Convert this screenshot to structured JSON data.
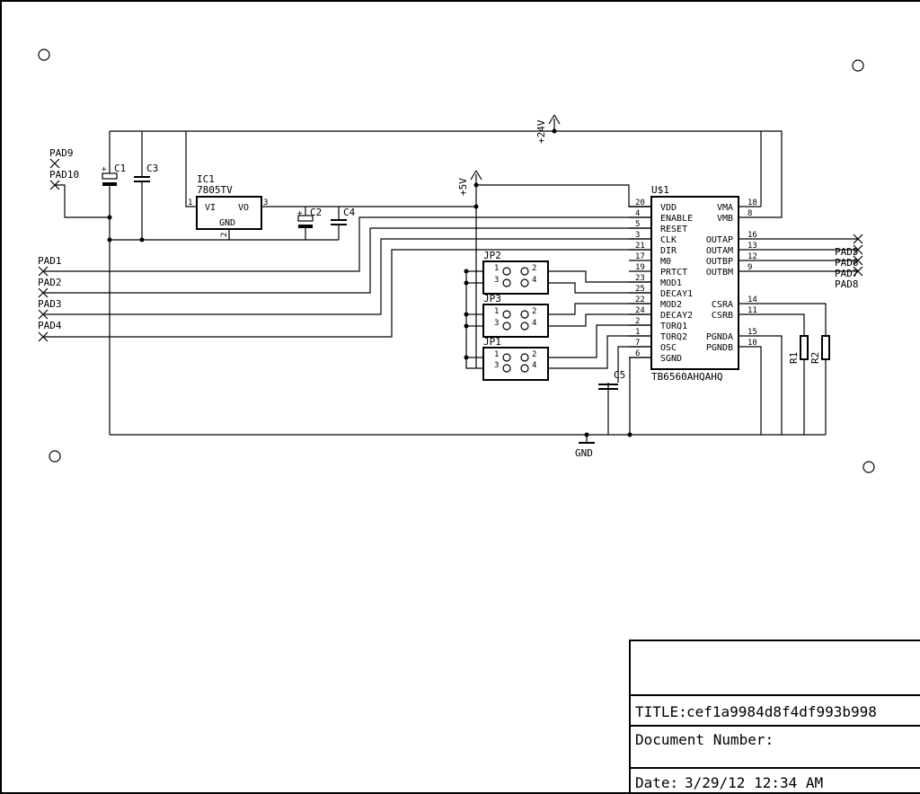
{
  "power": {
    "v24": "+24V",
    "v5": "+5V",
    "gnd": "GND"
  },
  "pads": {
    "pad9": "PAD9",
    "pad10": "PAD10",
    "pad1": "PAD1",
    "pad2": "PAD2",
    "pad3": "PAD3",
    "pad4": "PAD4",
    "pad5": "PAD5",
    "pad6": "PAD6",
    "pad7": "PAD7",
    "pad8": "PAD8"
  },
  "caps": {
    "c1": "C1",
    "c2": "C2",
    "c3": "C3",
    "c4": "C4",
    "c5": "C5"
  },
  "resistors": {
    "r1": "R1",
    "r2": "R2"
  },
  "regulator": {
    "name": "IC1",
    "value": "7805TV",
    "vi": "VI",
    "vo": "VO",
    "gnd": "GND",
    "pin_vi": "1",
    "pin_vo": "3",
    "pin_gnd": "2"
  },
  "jumpers": [
    {
      "name": "JP2",
      "p1": "1",
      "p2": "2",
      "p3": "3",
      "p4": "4"
    },
    {
      "name": "JP3",
      "p1": "1",
      "p2": "2",
      "p3": "3",
      "p4": "4"
    },
    {
      "name": "JP1",
      "p1": "1",
      "p2": "2",
      "p3": "3",
      "p4": "4"
    }
  ],
  "ic": {
    "name": "U$1",
    "value": "TB6560AHQAHQ",
    "left_pins": [
      {
        "label": "VDD",
        "num": "20"
      },
      {
        "label": "ENABLE",
        "num": "4"
      },
      {
        "label": "RESET",
        "num": "5"
      },
      {
        "label": "CLK",
        "num": "3"
      },
      {
        "label": "DIR",
        "num": "21"
      },
      {
        "label": "M0",
        "num": "17"
      },
      {
        "label": "PRTCT",
        "num": "19"
      },
      {
        "label": "MOD1",
        "num": "23"
      },
      {
        "label": "DECAY1",
        "num": "25"
      },
      {
        "label": "MOD2",
        "num": "22"
      },
      {
        "label": "DECAY2",
        "num": "24"
      },
      {
        "label": "TORQ1",
        "num": "2"
      },
      {
        "label": "TORQ2",
        "num": "1"
      },
      {
        "label": "OSC",
        "num": "7"
      },
      {
        "label": "SGND",
        "num": "6"
      }
    ],
    "right_pins": [
      {
        "label": "VMA",
        "num": "18"
      },
      {
        "label": "VMB",
        "num": "8"
      },
      {
        "label": "OUTAP",
        "num": "16"
      },
      {
        "label": "OUTAM",
        "num": "13"
      },
      {
        "label": "OUTBP",
        "num": "12"
      },
      {
        "label": "OUTBM",
        "num": "9"
      },
      {
        "label": "CSRA",
        "num": "14"
      },
      {
        "label": "CSRB",
        "num": "11"
      },
      {
        "label": "PGNDA",
        "num": "15"
      },
      {
        "label": "PGNDB",
        "num": "10"
      }
    ]
  },
  "title_block": {
    "title_label": "TITLE:",
    "title_value": "cef1a9984d8f4df993b998",
    "doc_number_label": "Document Number:",
    "date_label": "Date:",
    "date_value": "3/29/12 12:34  AM"
  }
}
